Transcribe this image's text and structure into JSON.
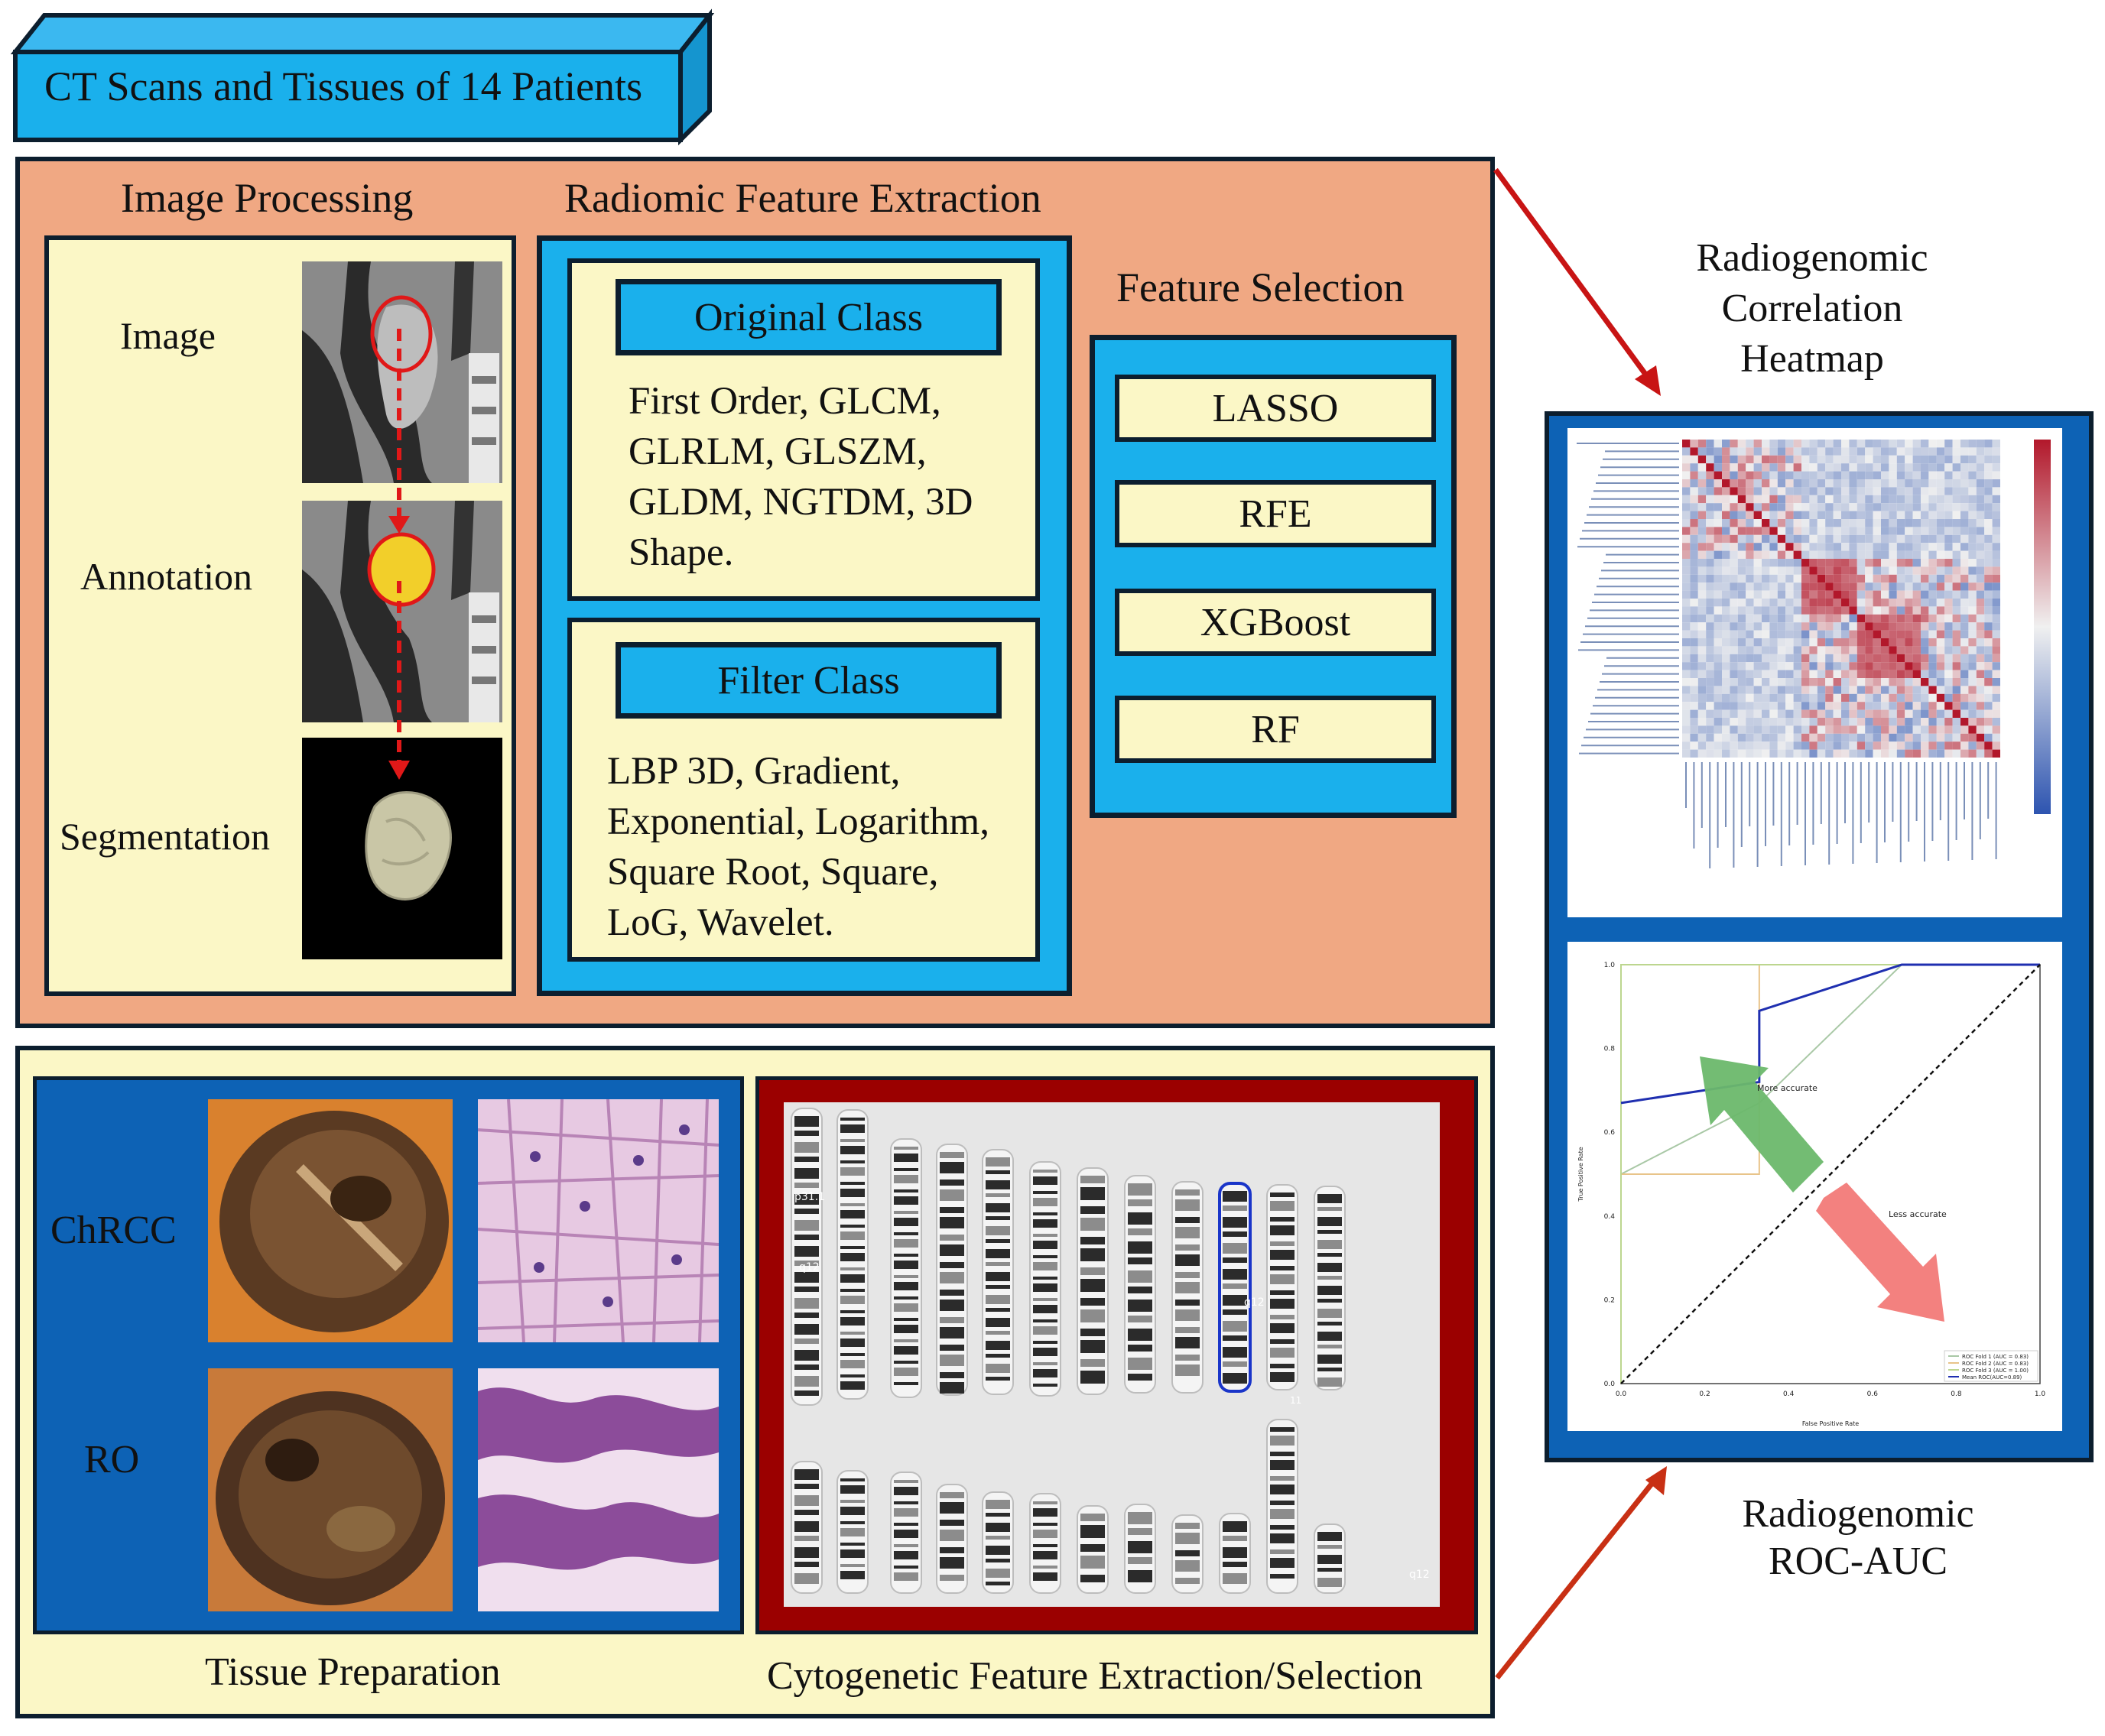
{
  "header": {
    "title": "CT Scans and Tissues of 14 Patients"
  },
  "image_processing": {
    "title": "Image Processing",
    "steps": [
      "Image",
      "Annotation",
      "Segmentation"
    ]
  },
  "radiomic": {
    "title": "Radiomic Feature Extraction",
    "original_class": {
      "title": "Original Class",
      "lines": [
        "First Order, GLCM,",
        "GLRLM, GLSZM,",
        "GLDM, NGTDM, 3D",
        "Shape."
      ]
    },
    "filter_class": {
      "title": "Filter Class",
      "lines": [
        "LBP 3D, Gradient,",
        "Exponential, Logarithm,",
        "Square Root, Square,",
        "LoG, Wavelet."
      ]
    }
  },
  "feature_selection": {
    "title": "Feature Selection",
    "methods": [
      "LASSO",
      "RFE",
      "XGBoost",
      "RF"
    ]
  },
  "tissue": {
    "title": "Tissue Preparation",
    "rows": [
      "ChRCC",
      "RO"
    ]
  },
  "cytogenetic": {
    "title": "Cytogenetic Feature Extraction/Selection",
    "band_labels": [
      "p31.1",
      "q12",
      "q12",
      "11",
      "q12"
    ]
  },
  "radiogenomic": {
    "heatmap_title": [
      "Radiogenomic",
      "Correlation",
      "Heatmap"
    ],
    "roc_title": [
      "Radiogenomic",
      "ROC-AUC"
    ]
  },
  "roc_chart": {
    "xlabel": "False Positive Rate",
    "ylabel": "True Positive Rate",
    "x_ticks": [
      "0.0",
      "0.2",
      "0.4",
      "0.6",
      "0.8",
      "1.0"
    ],
    "y_ticks": [
      "0.0",
      "0.2",
      "0.4",
      "0.6",
      "0.8",
      "1.0"
    ],
    "legend": [
      "ROC Fold 1 (AUC = 0.83)",
      "ROC Fold 2 (AUC = 0.83)",
      "ROC Fold 3 (AUC = 1.00)",
      "Mean ROC(AUC=0.89)"
    ],
    "annotations": {
      "more": "More accurate",
      "less": "Less accurate"
    },
    "series": [
      {
        "name": "ROC Fold 1 (AUC = 0.83)",
        "color": "#a9c8a6",
        "x": [
          0,
          0.33,
          0.67,
          1.0
        ],
        "y": [
          0.5,
          0.67,
          1.0,
          1.0
        ]
      },
      {
        "name": "ROC Fold 2 (AUC = 0.83)",
        "color": "#e8c48a",
        "x": [
          0,
          0,
          0.33,
          0.33,
          1.0
        ],
        "y": [
          0,
          0.5,
          0.5,
          1.0,
          1.0
        ]
      },
      {
        "name": "ROC Fold 3 (AUC = 1.00)",
        "color": "#bcd68f",
        "x": [
          0,
          0,
          1.0
        ],
        "y": [
          0,
          1.0,
          1.0
        ]
      },
      {
        "name": "Mean ROC(AUC=0.89)",
        "color": "#1f2fb0",
        "x": [
          0,
          0.33,
          0.33,
          0.67,
          1.0
        ],
        "y": [
          0.67,
          0.72,
          0.89,
          1.0,
          1.0
        ]
      }
    ]
  },
  "colors": {
    "salmon": "#f0a883",
    "cyan": "#1ab0ec",
    "navy": "#0d62b5",
    "yellow": "#fbf7c6",
    "maroon": "#9b0000",
    "arrow_red": "#c81414"
  }
}
